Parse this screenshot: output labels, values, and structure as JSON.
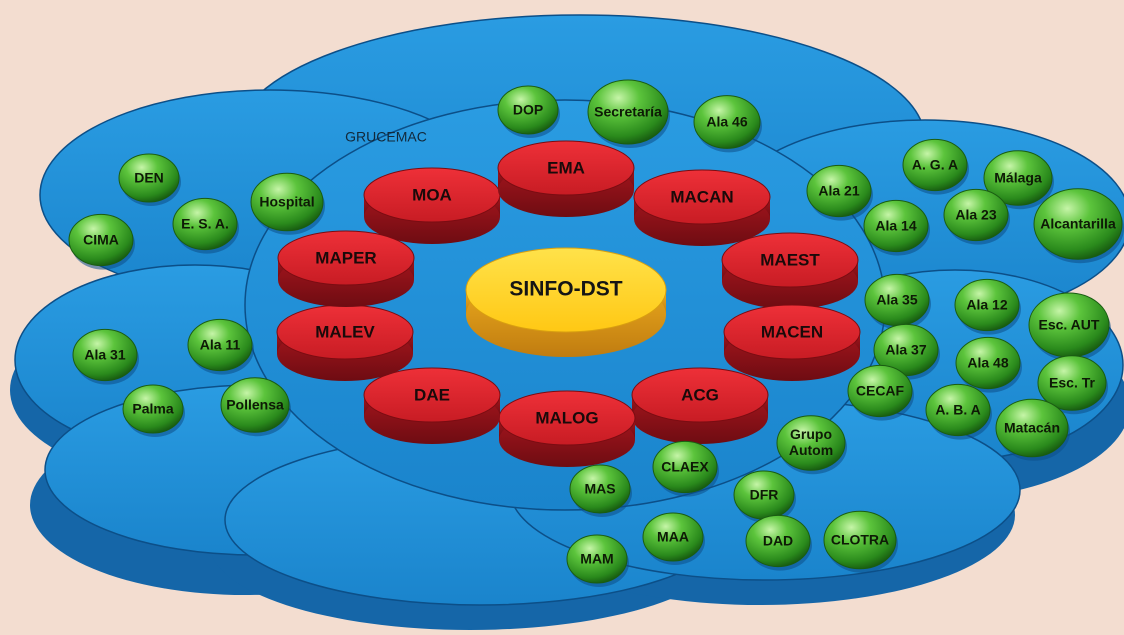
{
  "center": {
    "label": "SINFO-DST"
  },
  "commands": [
    {
      "id": "moa",
      "label": "MOA"
    },
    {
      "id": "ema",
      "label": "EMA"
    },
    {
      "id": "macan",
      "label": "MACAN"
    },
    {
      "id": "maest",
      "label": "MAEST"
    },
    {
      "id": "macen",
      "label": "MACEN"
    },
    {
      "id": "acg",
      "label": "ACG"
    },
    {
      "id": "malog",
      "label": "MALOG"
    },
    {
      "id": "dae",
      "label": "DAE"
    },
    {
      "id": "malev",
      "label": "MALEV"
    },
    {
      "id": "maper",
      "label": "MAPER"
    }
  ],
  "units": [
    {
      "id": "dop",
      "label": "DOP"
    },
    {
      "id": "secretaria",
      "label": "Secretaría"
    },
    {
      "id": "ala-46",
      "label": "Ala 46"
    },
    {
      "id": "grucemac",
      "label": "GRUCEMAC"
    },
    {
      "id": "den",
      "label": "DEN"
    },
    {
      "id": "hospital",
      "label": "Hospital"
    },
    {
      "id": "esa",
      "label": "E. S. A."
    },
    {
      "id": "cima",
      "label": "CIMA"
    },
    {
      "id": "ala-31",
      "label": "Ala 31"
    },
    {
      "id": "ala-11",
      "label": "Ala 11"
    },
    {
      "id": "palma",
      "label": "Palma"
    },
    {
      "id": "pollensa",
      "label": "Pollensa"
    },
    {
      "id": "aga",
      "label": "A. G. A"
    },
    {
      "id": "malaga",
      "label": "Málaga"
    },
    {
      "id": "ala-21",
      "label": "Ala 21"
    },
    {
      "id": "ala-23",
      "label": "Ala 23"
    },
    {
      "id": "ala-14",
      "label": "Ala 14"
    },
    {
      "id": "alcantarilla",
      "label": "Alcantarilla"
    },
    {
      "id": "ala-35",
      "label": "Ala 35"
    },
    {
      "id": "ala-12",
      "label": "Ala 12"
    },
    {
      "id": "esc-aut",
      "label": "Esc. AUT"
    },
    {
      "id": "ala-37",
      "label": "Ala 37"
    },
    {
      "id": "ala-48",
      "label": "Ala 48"
    },
    {
      "id": "esc-tr",
      "label": "Esc. Tr"
    },
    {
      "id": "cecaf",
      "label": "CECAF"
    },
    {
      "id": "aba",
      "label": "A. B. A"
    },
    {
      "id": "matacan",
      "label": "Matacán"
    },
    {
      "id": "grupo-autom",
      "label": "Grupo Autom"
    },
    {
      "id": "claex",
      "label": "CLAEX"
    },
    {
      "id": "mas",
      "label": "MAS"
    },
    {
      "id": "dfr",
      "label": "DFR"
    },
    {
      "id": "maa",
      "label": "MAA"
    },
    {
      "id": "mam",
      "label": "MAM"
    },
    {
      "id": "dad",
      "label": "DAD"
    },
    {
      "id": "clotra",
      "label": "CLOTRA"
    }
  ],
  "colors": {
    "background": "#f3ddd0",
    "petal": "#1f8fd8",
    "petal_side": "#1566a8",
    "petal_outline": "#0c4f88",
    "command": "#d8242c",
    "command_side": "#8e1218",
    "center": "#ffd21a",
    "center_side": "#e0a020",
    "unit": "#3fae2c",
    "unit_highlight": "#b8ef9a",
    "unit_shadow": "#1a5c12"
  }
}
